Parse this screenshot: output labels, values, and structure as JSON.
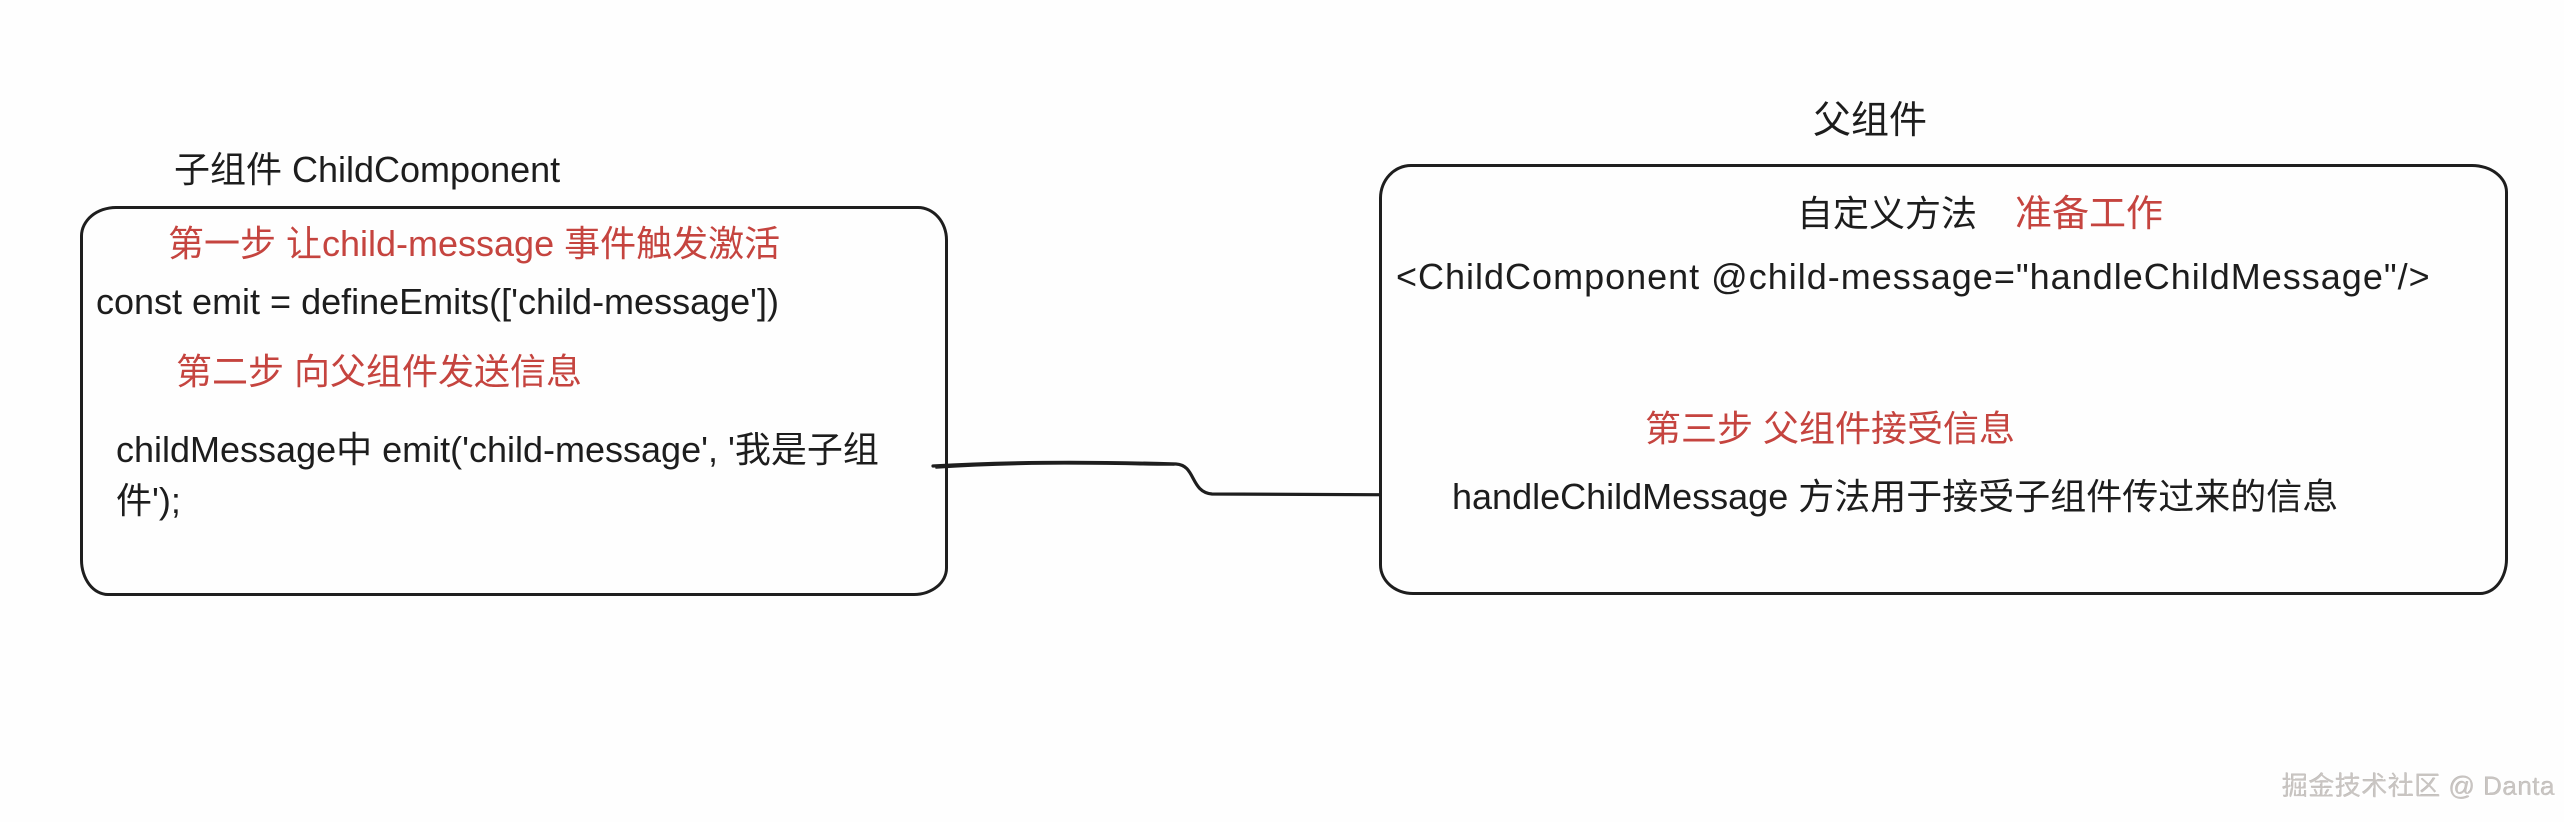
{
  "colors": {
    "ink": "#1d1d1d",
    "accent_red": "#c5443f",
    "watermark_gray": "#c9c5c2",
    "background": "#fefefe"
  },
  "child_component": {
    "title": "子组件  ChildComponent",
    "step1_label": "第一步 让child-message 事件触发激活",
    "define_emits_code": "const emit = defineEmits(['child-message'])",
    "step2_label": "第二步 向父组件发送信息",
    "emit_code_line1": "childMessage中 emit('child-message', '我是子组",
    "emit_code_line2": "件');"
  },
  "parent_component": {
    "title": "父组件",
    "custom_method_label": "自定义方法",
    "prep_work_label": "准备工作",
    "template_code": "<ChildComponent  @child-message=\"handleChildMessage\"/>",
    "step3_label": "第三步 父组件接受信息",
    "handler_description": "handleChildMessage 方法用于接受子组件传过来的信息"
  },
  "watermark": "掘金技术社区 @ Danta"
}
